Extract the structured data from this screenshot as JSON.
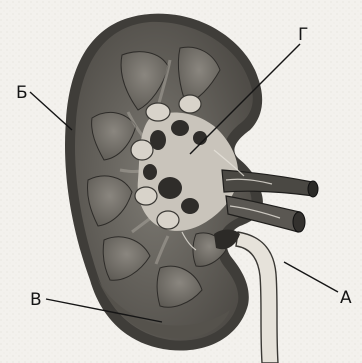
{
  "figure": {
    "subject": "kidney-longitudinal-section",
    "labels": {
      "a": "А",
      "b": "Б",
      "v": "В",
      "g": "Г"
    }
  }
}
